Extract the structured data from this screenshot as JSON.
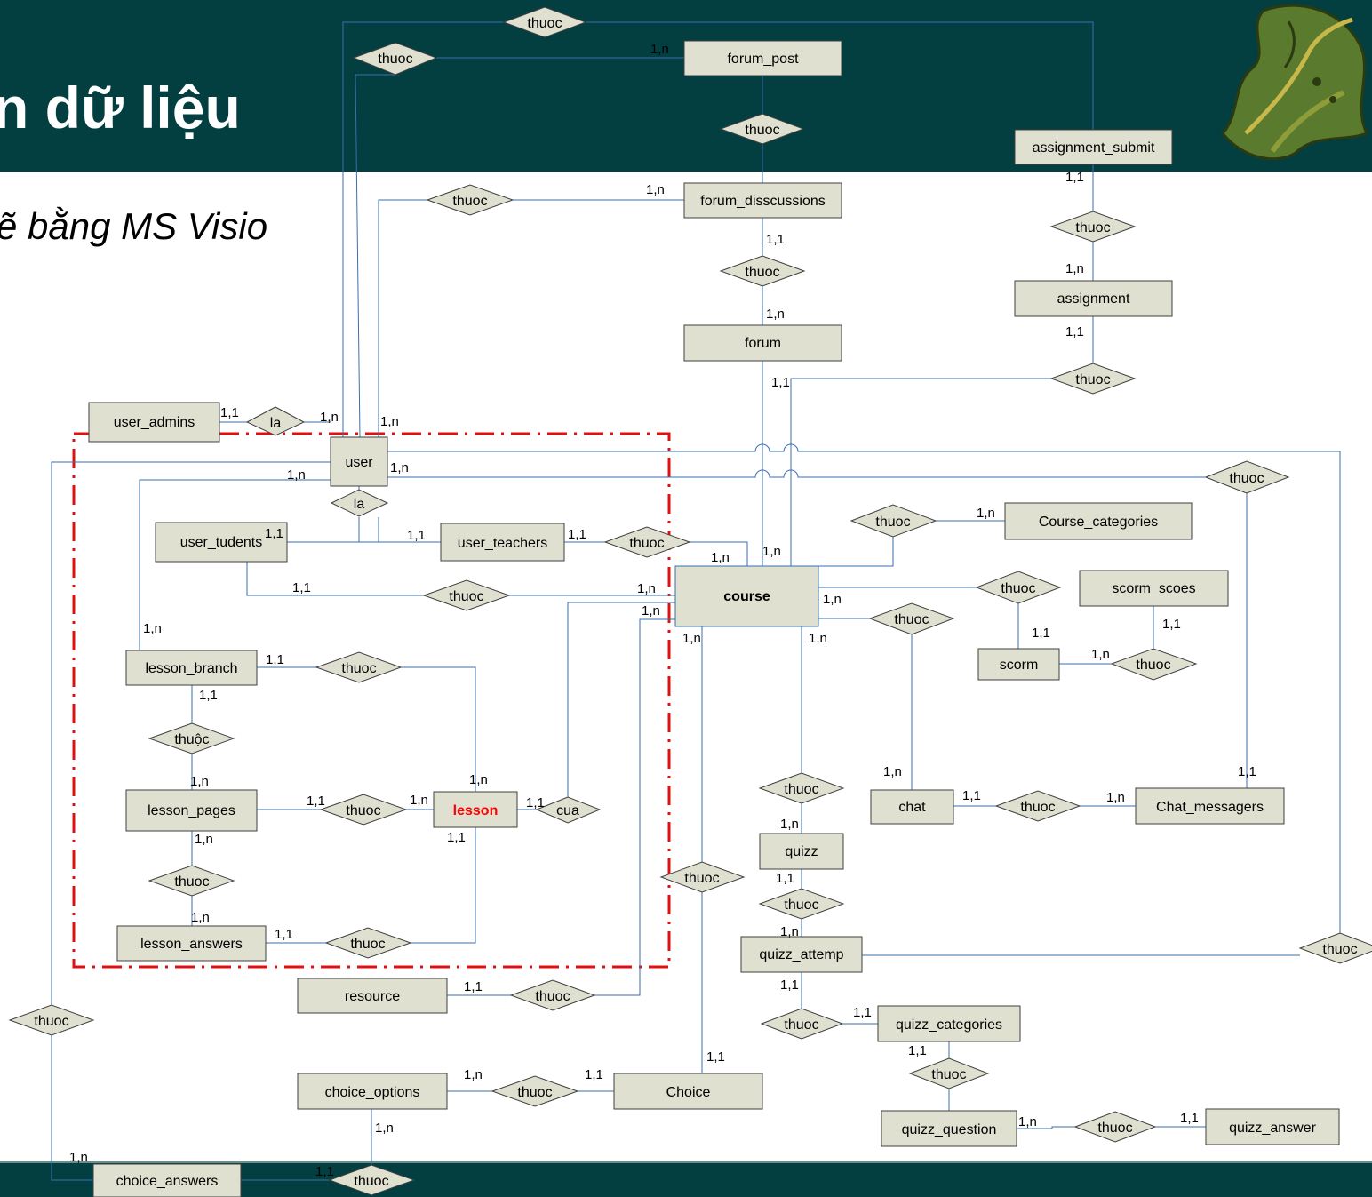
{
  "title": "n dữ liệu",
  "subtitle": "ẽ bằng MS Visio",
  "colors": {
    "header": "#033f40",
    "entity_fill": "#dfe0d0",
    "connector": "#3a6fae",
    "highlight_text": "#ff0000",
    "dashed_frame": "#e01010"
  },
  "logo_icon": "leaf-logo-icon",
  "entities": [
    {
      "id": "forum_post",
      "label": "forum_post"
    },
    {
      "id": "assignment_submit",
      "label": "assignment_submit"
    },
    {
      "id": "forum_disscussions",
      "label": "forum_disscussions"
    },
    {
      "id": "assignment",
      "label": "assignment"
    },
    {
      "id": "forum",
      "label": "forum"
    },
    {
      "id": "user_admins",
      "label": "user_admins"
    },
    {
      "id": "user",
      "label": "user"
    },
    {
      "id": "user_tudents",
      "label": "user_tudents"
    },
    {
      "id": "user_teachers",
      "label": "user_teachers"
    },
    {
      "id": "course_categories",
      "label": "Course_categories"
    },
    {
      "id": "course",
      "label": "course"
    },
    {
      "id": "scorm_scoes",
      "label": "scorm_scoes"
    },
    {
      "id": "scorm",
      "label": "scorm"
    },
    {
      "id": "lesson_branch",
      "label": "lesson_branch"
    },
    {
      "id": "lesson_pages",
      "label": "lesson_pages"
    },
    {
      "id": "lesson",
      "label": "lesson"
    },
    {
      "id": "chat",
      "label": "chat"
    },
    {
      "id": "chat_messagers",
      "label": "Chat_messagers"
    },
    {
      "id": "quizz",
      "label": "quizz"
    },
    {
      "id": "lesson_answers",
      "label": "lesson_answers"
    },
    {
      "id": "quizz_attemp",
      "label": "quizz_attemp"
    },
    {
      "id": "resource",
      "label": "resource"
    },
    {
      "id": "quizz_categories",
      "label": "quizz_categories"
    },
    {
      "id": "choice_options",
      "label": "choice_options"
    },
    {
      "id": "choice",
      "label": "Choice"
    },
    {
      "id": "quizz_question",
      "label": "quizz_question"
    },
    {
      "id": "quizz_answer",
      "label": "quizz_answer"
    },
    {
      "id": "choice_answers",
      "label": "choice_answers"
    }
  ],
  "relationships": [
    {
      "id": "r_top",
      "label": "thuoc"
    },
    {
      "id": "r_forumpost_user",
      "label": "thuoc"
    },
    {
      "id": "r_post_disc",
      "label": "thuoc"
    },
    {
      "id": "r_disc_user",
      "label": "thuoc"
    },
    {
      "id": "r_submit_assign",
      "label": "thuoc"
    },
    {
      "id": "r_disc_forum",
      "label": "thuoc"
    },
    {
      "id": "r_assign_course",
      "label": "thuoc"
    },
    {
      "id": "r_admin_user",
      "label": "la"
    },
    {
      "id": "r_user_msg",
      "label": "thuoc"
    },
    {
      "id": "r_user_sub",
      "label": "la"
    },
    {
      "id": "r_teacher_course",
      "label": "thuoc"
    },
    {
      "id": "r_course_cat",
      "label": "thuoc"
    },
    {
      "id": "r_student_course",
      "label": "thuoc"
    },
    {
      "id": "r_course_scorm",
      "label": "thuoc"
    },
    {
      "id": "r_course_chat",
      "label": "thuoc"
    },
    {
      "id": "r_scorm_scoes",
      "label": "thuoc"
    },
    {
      "id": "r_branch_lesson",
      "label": "thuoc"
    },
    {
      "id": "r_branch_pages",
      "label": "thuộc"
    },
    {
      "id": "r_course_quizz",
      "label": "thuoc"
    },
    {
      "id": "r_pages_lesson",
      "label": "thuoc"
    },
    {
      "id": "r_lesson_course",
      "label": "cua"
    },
    {
      "id": "r_chat_msg",
      "label": "thuoc"
    },
    {
      "id": "r_course_choice",
      "label": "thuoc"
    },
    {
      "id": "r_pages_answers",
      "label": "thuoc"
    },
    {
      "id": "r_quizz_attemp",
      "label": "thuoc"
    },
    {
      "id": "r_answers_lesson",
      "label": "thuoc"
    },
    {
      "id": "r_user_attemp",
      "label": "thuoc"
    },
    {
      "id": "r_resource_course",
      "label": "thuoc"
    },
    {
      "id": "r_user_choiceans",
      "label": "thuoc"
    },
    {
      "id": "r_attemp_cat",
      "label": "thuoc"
    },
    {
      "id": "r_cat_question",
      "label": "thuoc"
    },
    {
      "id": "r_options_choice",
      "label": "thuoc"
    },
    {
      "id": "r_question_answer",
      "label": "thuoc"
    },
    {
      "id": "r_options_answers",
      "label": "thuoc"
    }
  ],
  "cardinalities": [
    {
      "id": "c01",
      "label": "1,n"
    },
    {
      "id": "c02",
      "label": "1,n"
    },
    {
      "id": "c03",
      "label": "1,1"
    },
    {
      "id": "c04",
      "label": "1,1"
    },
    {
      "id": "c05",
      "label": "1,n"
    },
    {
      "id": "c06",
      "label": "1,n"
    },
    {
      "id": "c07",
      "label": "1,1"
    },
    {
      "id": "c08",
      "label": "1,1"
    },
    {
      "id": "c09",
      "label": "1,1"
    },
    {
      "id": "c10",
      "label": "1,n"
    },
    {
      "id": "c11",
      "label": "1,n"
    },
    {
      "id": "c12",
      "label": "1,n"
    },
    {
      "id": "c13",
      "label": "1,n"
    },
    {
      "id": "c14",
      "label": "1,1"
    },
    {
      "id": "c15",
      "label": "1,1"
    },
    {
      "id": "c16",
      "label": "1,1"
    },
    {
      "id": "c17",
      "label": "1,n"
    },
    {
      "id": "c18",
      "label": "1,n"
    },
    {
      "id": "c19",
      "label": "1,n"
    },
    {
      "id": "c20",
      "label": "1,1"
    },
    {
      "id": "c21",
      "label": "1,n"
    },
    {
      "id": "c22",
      "label": "1,n"
    },
    {
      "id": "c23",
      "label": "1,n"
    },
    {
      "id": "c24",
      "label": "1,n"
    },
    {
      "id": "c25",
      "label": "1,1"
    },
    {
      "id": "c26",
      "label": "1,1"
    },
    {
      "id": "c27",
      "label": "1,n"
    },
    {
      "id": "c28",
      "label": "1,1"
    },
    {
      "id": "c29",
      "label": "1,n"
    },
    {
      "id": "c30",
      "label": "1,n"
    },
    {
      "id": "c31",
      "label": "1,n"
    },
    {
      "id": "c32",
      "label": "1,1"
    },
    {
      "id": "c33",
      "label": "1,1"
    },
    {
      "id": "c34",
      "label": "1,n"
    },
    {
      "id": "c35",
      "label": "1,n"
    },
    {
      "id": "c36",
      "label": "1,1"
    },
    {
      "id": "c37",
      "label": "1,n"
    },
    {
      "id": "c38",
      "label": "1,1"
    },
    {
      "id": "c39",
      "label": "1,1"
    },
    {
      "id": "c40",
      "label": "1,n"
    },
    {
      "id": "c41",
      "label": "1,n"
    },
    {
      "id": "c42",
      "label": "1,1"
    },
    {
      "id": "c43",
      "label": "1,n"
    },
    {
      "id": "c44",
      "label": "1,1"
    },
    {
      "id": "c45",
      "label": "1,n"
    },
    {
      "id": "c46",
      "label": "1,1"
    },
    {
      "id": "c47",
      "label": "1,n"
    },
    {
      "id": "c48",
      "label": "1,1"
    },
    {
      "id": "c49",
      "label": "1,1"
    },
    {
      "id": "c50",
      "label": "1,1"
    },
    {
      "id": "c51",
      "label": "1,1"
    },
    {
      "id": "c52",
      "label": "1,1"
    },
    {
      "id": "c53",
      "label": "1,n"
    },
    {
      "id": "c54",
      "label": "1,1"
    },
    {
      "id": "c55",
      "label": "1,n"
    },
    {
      "id": "c56",
      "label": "1,1"
    },
    {
      "id": "c57",
      "label": "1,n"
    },
    {
      "id": "c58",
      "label": "1,n"
    },
    {
      "id": "c59",
      "label": "1,1"
    },
    {
      "id": "c60",
      "label": "1,1"
    },
    {
      "id": "c61",
      "label": "1,n"
    },
    {
      "id": "c62",
      "label": "1,n"
    },
    {
      "id": "c63",
      "label": "1,1"
    },
    {
      "id": "c64",
      "label": "1,1"
    }
  ]
}
